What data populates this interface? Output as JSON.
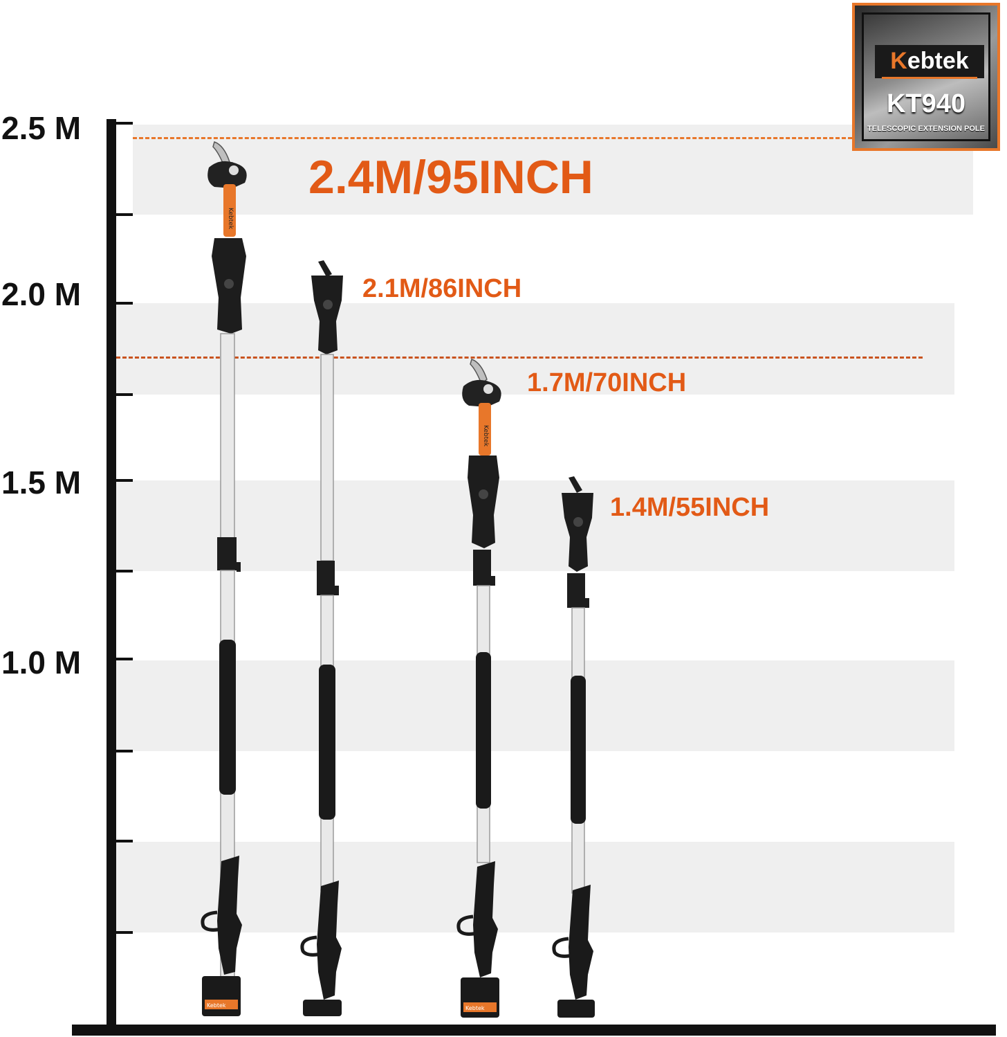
{
  "brand": {
    "name": "Kebtek",
    "model": "KT940",
    "subtitle": "TELESCOPIC EXTENSION POLE"
  },
  "scale": {
    "labels": [
      "2.5 M",
      "2.0 M",
      "1.5 M",
      "1.0 M"
    ]
  },
  "heights": [
    {
      "label": "2.4M/95INCH",
      "attachment": "pruner",
      "battery": "Kebtek"
    },
    {
      "label": "2.1M/86INCH",
      "attachment": "adapter",
      "battery": ""
    },
    {
      "label": "1.7M/70INCH",
      "attachment": "pruner",
      "battery": "Kebtek"
    },
    {
      "label": "1.4M/55INCH",
      "attachment": "adapter",
      "battery": ""
    }
  ],
  "colors": {
    "accent": "#e25a16",
    "dash": "#e8772a",
    "axis": "#111111",
    "band": "#efefef"
  }
}
